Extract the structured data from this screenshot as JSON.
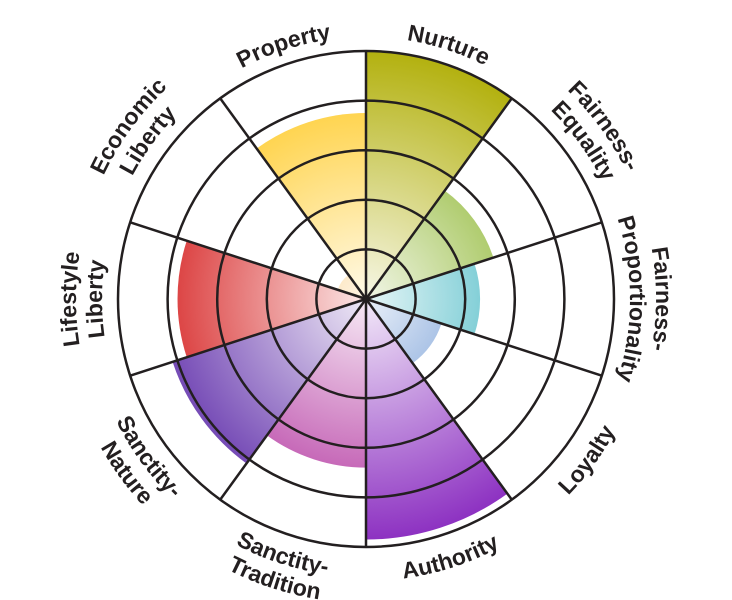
{
  "chart_data": {
    "type": "polar-area",
    "title": "",
    "rlim": [
      0,
      5
    ],
    "rings": [
      1,
      2,
      3,
      4,
      5
    ],
    "grid": true,
    "categories": [
      {
        "name": "Nurture",
        "lines": [
          "Nurture"
        ],
        "value": 5.0,
        "color": "#b3b10f"
      },
      {
        "name": "Fairness-Equality",
        "lines": [
          "Fairness-",
          "Equality"
        ],
        "value": 2.7,
        "color": "#78a90a"
      },
      {
        "name": "Fairness-Proportionality",
        "lines": [
          "Fairness-",
          "Proportionality"
        ],
        "value": 2.3,
        "color": "#10a3b3"
      },
      {
        "name": "Loyalty",
        "lines": [
          "Loyalty"
        ],
        "value": 1.6,
        "color": "#2a68c0"
      },
      {
        "name": "Authority",
        "lines": [
          "Authority"
        ],
        "value": 4.85,
        "color": "#8a2cc0"
      },
      {
        "name": "Sanctity-Tradition",
        "lines": [
          "Sanctity-",
          "Tradition"
        ],
        "value": 3.4,
        "color": "#b02d9c"
      },
      {
        "name": "Sanctity-Nature",
        "lines": [
          "Sanctity-",
          "Nature"
        ],
        "value": 4.1,
        "color": "#5b28a8"
      },
      {
        "name": "Lifestyle Liberty",
        "lines": [
          "Lifestyle",
          "Liberty"
        ],
        "value": 3.8,
        "color": "#d31313"
      },
      {
        "name": "Economic Liberty",
        "lines": [
          "Economic",
          "Liberty"
        ],
        "value": 0.6,
        "color": "#f59a00"
      },
      {
        "name": "Property",
        "lines": [
          "Property"
        ],
        "value": 3.75,
        "color": "#ffc81e"
      }
    ]
  }
}
